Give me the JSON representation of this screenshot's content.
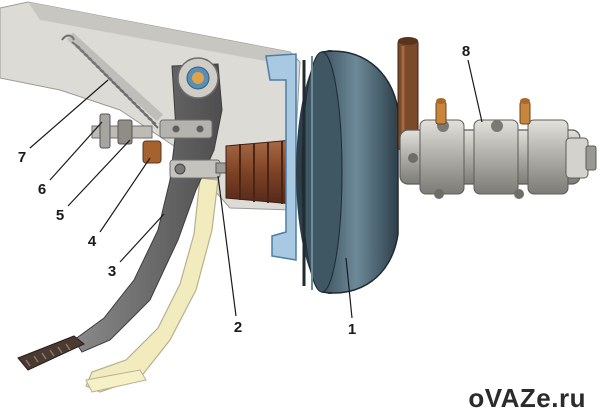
{
  "callouts": [
    {
      "id": "1",
      "label": "1"
    },
    {
      "id": "2",
      "label": "2"
    },
    {
      "id": "3",
      "label": "3"
    },
    {
      "id": "4",
      "label": "4"
    },
    {
      "id": "5",
      "label": "5"
    },
    {
      "id": "6",
      "label": "6"
    },
    {
      "id": "7",
      "label": "7"
    },
    {
      "id": "8",
      "label": "8"
    }
  ],
  "watermark": "oVAZe.ru",
  "colors": {
    "bracket": "#d9d8d3",
    "pedal_arm": "#6f6f6f",
    "pedal_ghost": "#efe8b8",
    "booster": "#4f6876",
    "booster_rim": "#8fb6d6",
    "master_cylinder": "#b8b6b0",
    "boot": "#8b4a2c",
    "pipe": "#7a4a2a",
    "spring": "#777777",
    "callout_text": "#1a1a1a"
  }
}
